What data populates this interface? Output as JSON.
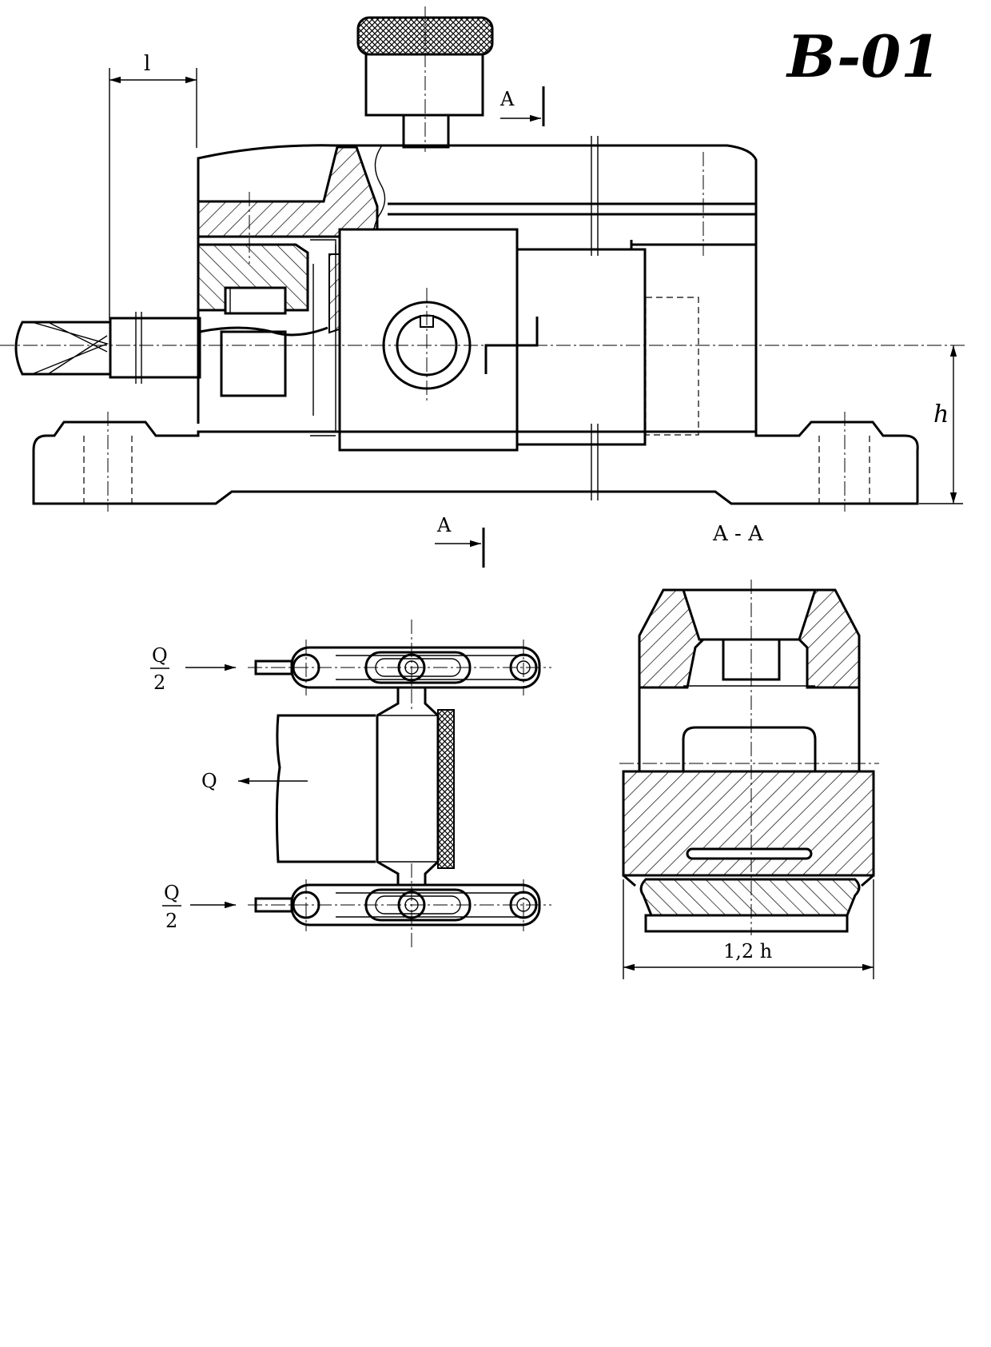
{
  "drawing": {
    "title": "B-01",
    "dimensions": {
      "top_width": "l",
      "height": "h",
      "section_width": "1,2 h"
    },
    "section": {
      "marker": "A",
      "view_label": "A - A"
    },
    "forces": {
      "half_force_numerator": "Q",
      "half_force_denominator": "2",
      "force": "Q"
    }
  }
}
